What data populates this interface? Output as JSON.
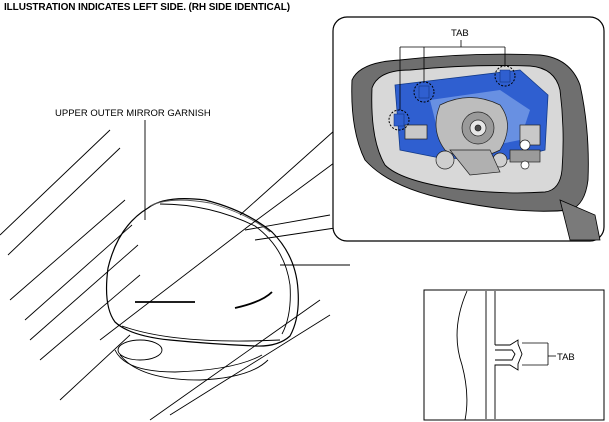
{
  "header": {
    "title": "ILLUSTRATION INDICATES LEFT SIDE. (RH SIDE IDENTICAL)"
  },
  "labels": {
    "garnish": "UPPER OUTER MIRROR GARNISH",
    "tab_top": "TAB",
    "tab_detail": "TAB"
  },
  "colors": {
    "highlight": "#2f5fd0",
    "highlight_light": "#8fb0ee",
    "line": "#000000",
    "grey": "#9a9a9a",
    "dark_grey": "#4a4a4a"
  }
}
